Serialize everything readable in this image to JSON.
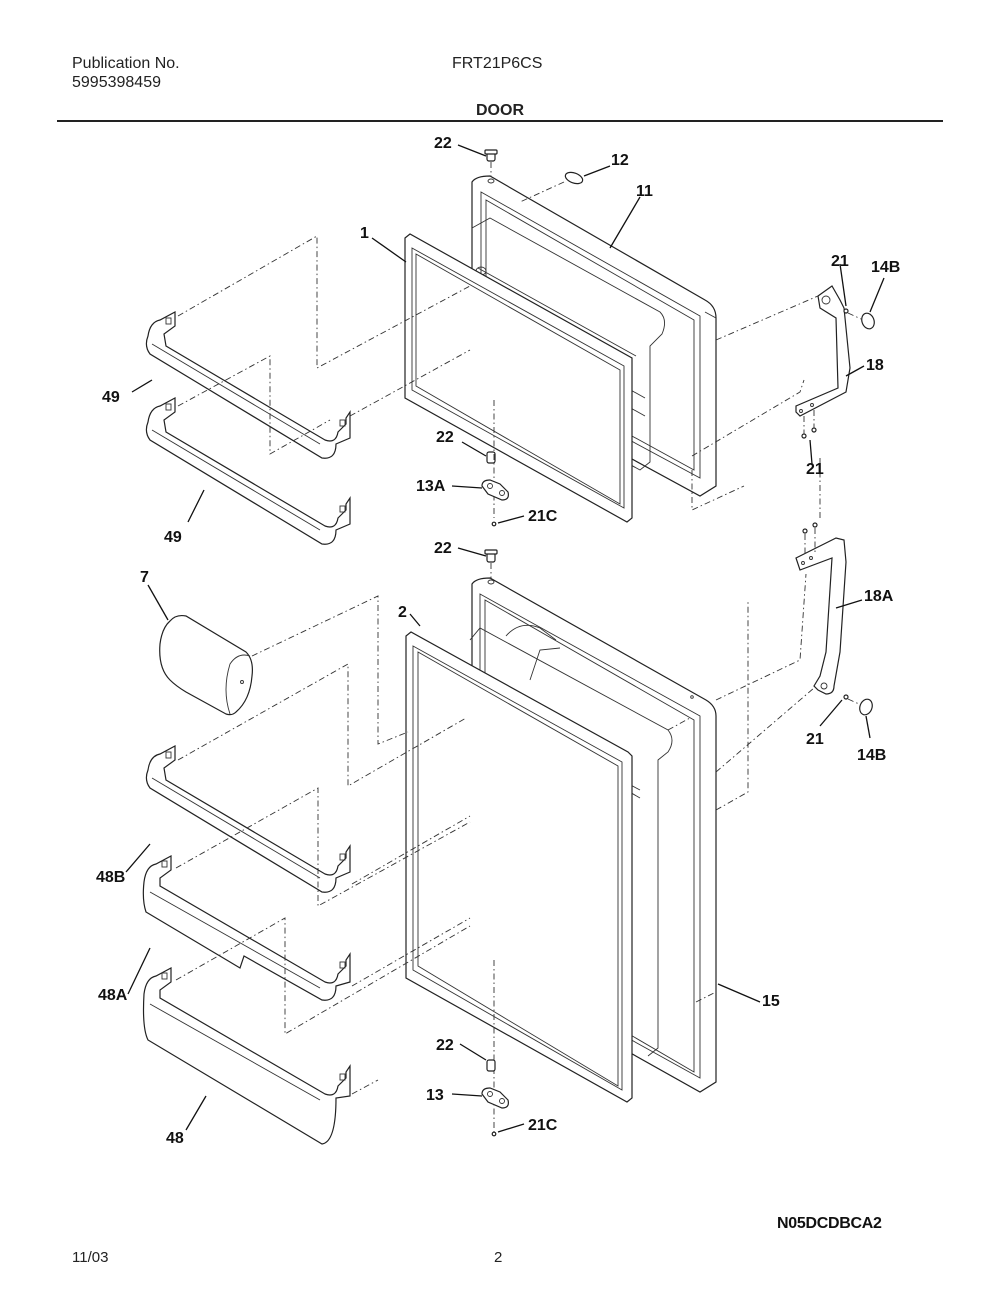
{
  "header": {
    "publication_label": "Publication No.",
    "publication_number": "5995398459",
    "model": "FRT21P6CS",
    "section_title": "DOOR"
  },
  "callouts": {
    "c22_top": "22",
    "c12": "12",
    "c11": "11",
    "c1": "1",
    "c21_upper": "21",
    "c14B_upper": "14B",
    "c18": "18",
    "c49_upper": "49",
    "c49_lower": "49",
    "c22_mid": "22",
    "c13A": "13A",
    "c21C_upper": "21C",
    "c21_mid": "21",
    "c22_lower_top": "22",
    "c7": "7",
    "c2": "2",
    "c18A": "18A",
    "c21_lower": "21",
    "c14B_lower": "14B",
    "c48B": "48B",
    "c48A": "48A",
    "c15": "15",
    "c22_bottom": "22",
    "c13": "13",
    "c21C_lower": "21C",
    "c48": "48"
  },
  "footer": {
    "diagram_code": "N05DCDBCA2",
    "date": "11/03",
    "page": "2"
  }
}
